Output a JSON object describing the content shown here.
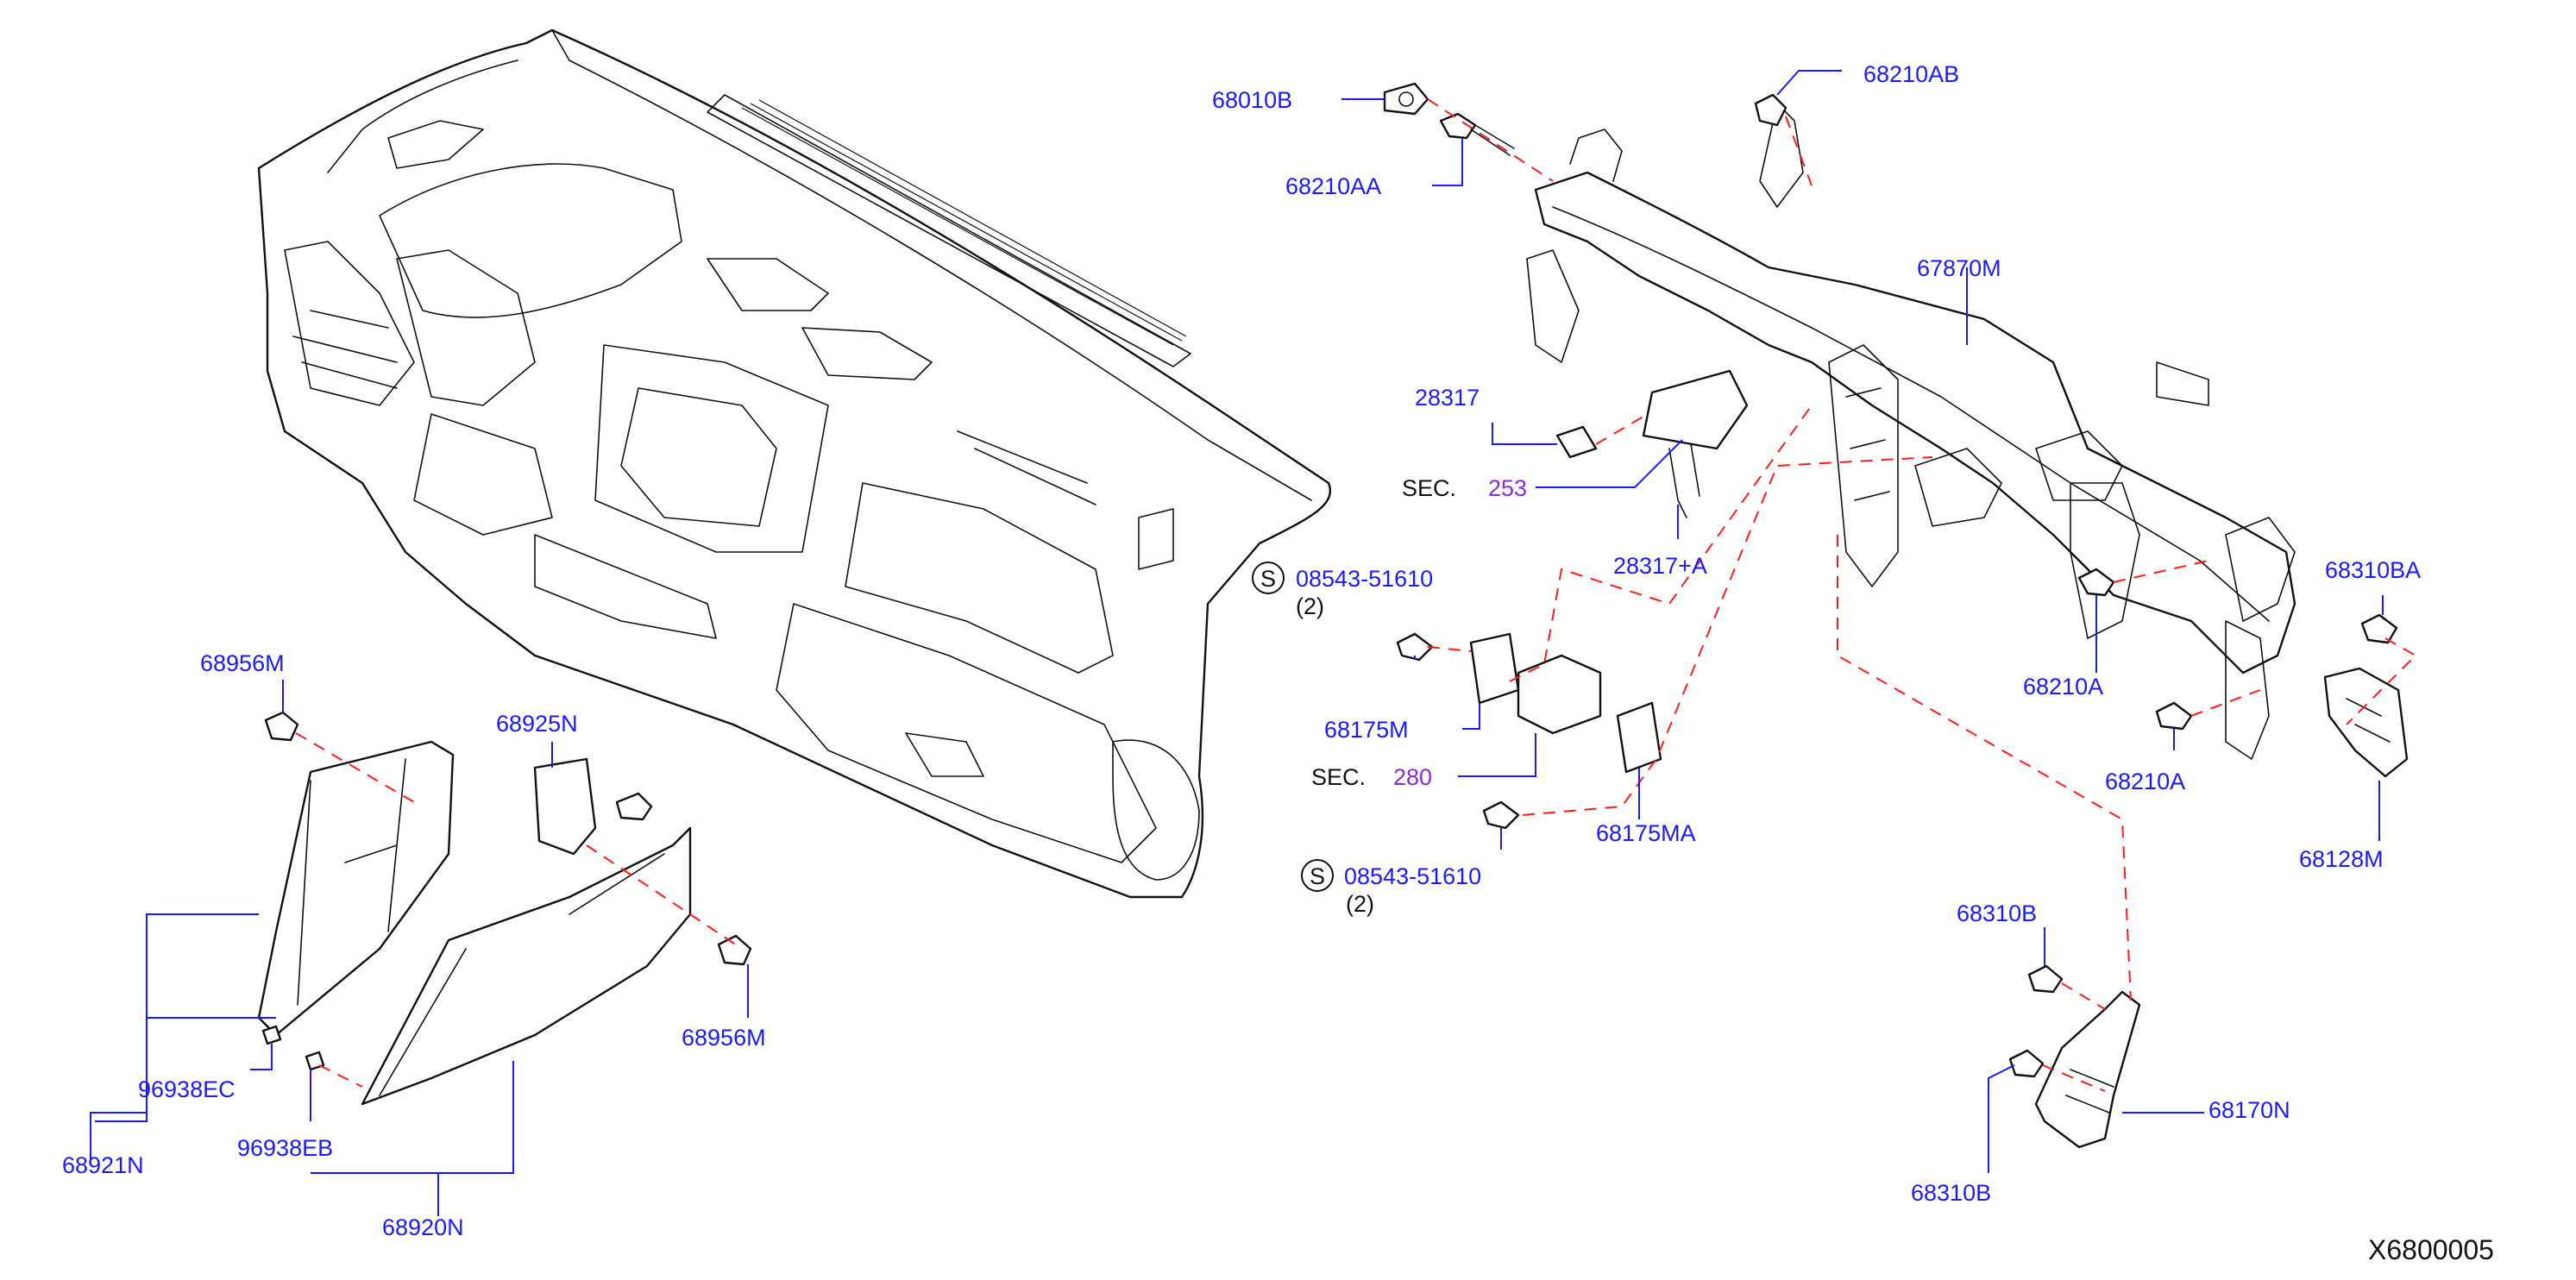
{
  "labels": {
    "p68010B": "68010B",
    "p68210AA": "68210AA",
    "p68210AB": "68210AB",
    "p67870M": "67870M",
    "p28317": "28317",
    "sec_text_1": "SEC.",
    "sec_num_1": "253",
    "p28317A": "28317+A",
    "bolt_1": "08543-51610",
    "bolt_1_qty": "(2)",
    "bolt_2": "08543-51610",
    "bolt_2_qty": "(2)",
    "s_symbol": "S",
    "p68175M": "68175M",
    "sec_text_2": "SEC.",
    "sec_num_2": "280",
    "p68175MA": "68175MA",
    "p68310BA": "68310BA",
    "p68210A_1": "68210A",
    "p68210A_2": "68210A",
    "p68128M": "68128M",
    "p68956M_1": "68956M",
    "p68925N": "68925N",
    "p68956M_2": "68956M",
    "p96938EC": "96938EC",
    "p96938EB": "96938EB",
    "p68921N": "68921N",
    "p68920N": "68920N",
    "p68310B_1": "68310B",
    "p68170N": "68170N",
    "p68310B_2": "68310B",
    "diagram_id": "X6800005"
  },
  "colors": {
    "part_number": "#1a1aff",
    "section_ref": "#8a2be2",
    "phantom_line": "#ff1a1a",
    "outline": "#111111"
  }
}
